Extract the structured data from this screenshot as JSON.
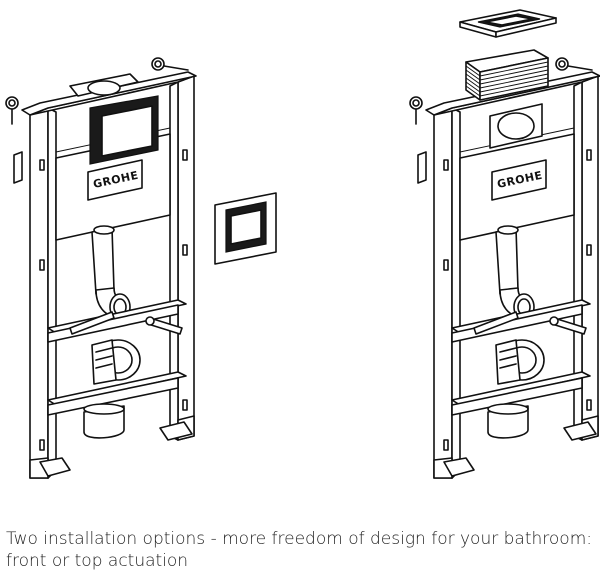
{
  "logo_text": "GROHE",
  "caption": {
    "line1": "Two installation options - more freedom of design for your bathroom:",
    "line2": "front or top actuation"
  }
}
